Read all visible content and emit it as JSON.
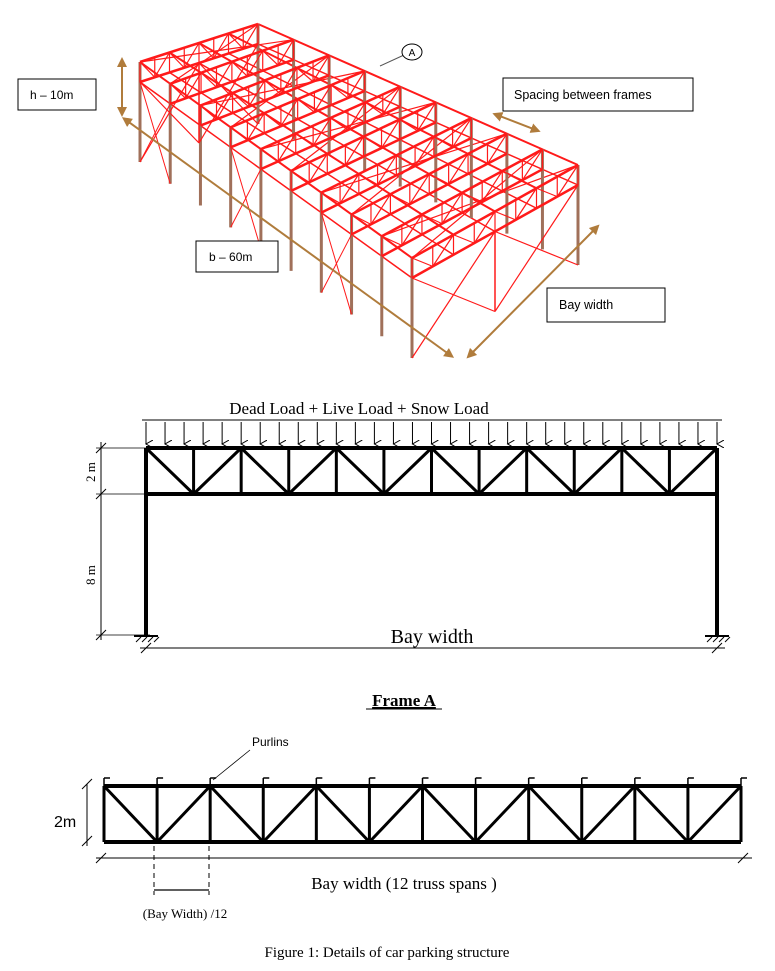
{
  "iso": {
    "label_height": "h – 10m",
    "label_length": "b – 60m",
    "label_spacing": "Spacing between frames",
    "label_bay": "Bay width",
    "frame_marker": "A",
    "colors": {
      "steel": "#ff1a1a",
      "column": "#a0705a",
      "dimension": "#b07c3c"
    }
  },
  "frame": {
    "load_label": "Dead Load + Live Load + Snow Load",
    "dim_truss": "2 m",
    "dim_column": "8 m",
    "bay_label": "Bay width",
    "title": "Frame A"
  },
  "truss": {
    "purlins_label": "Purlins",
    "height_label": "2m",
    "bay_label": "Bay width (12 truss spans )",
    "panel_label": "(Bay Width) /12"
  },
  "caption": "Figure 1: Details of car parking structure"
}
